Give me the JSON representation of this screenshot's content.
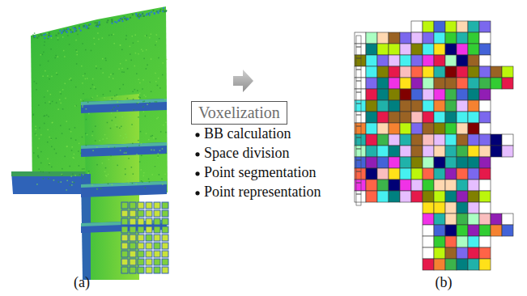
{
  "diagram": {
    "nodes": [
      {
        "text": [
          "Voxelization"
        ]
      }
    ],
    "labels": [
      "BB calculation",
      "Space division",
      "Point segmentation",
      "Point representation",
      "(a)",
      "(b)"
    ]
  }
}
